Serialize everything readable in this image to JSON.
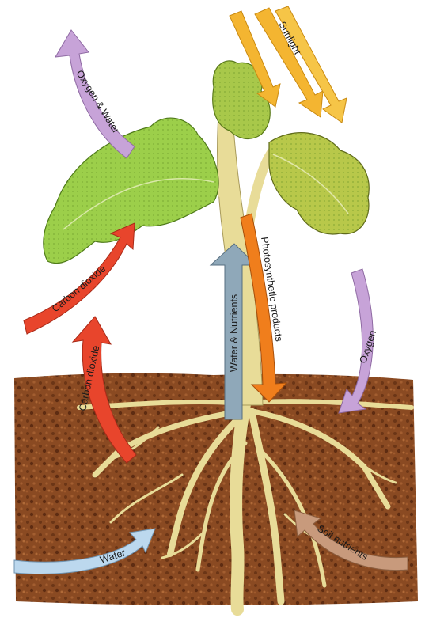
{
  "diagram": {
    "labels": {
      "sunlight": "Sunlight",
      "oxygen_water": "Oxygen & Water",
      "carbon_dioxide_air": "Carbon dioxide",
      "carbon_dioxide_soil": "Carbon dioxide",
      "water_nutrients": "Water & Nutrients",
      "photosynthetic_products": "Photosynthetic products",
      "oxygen": "Oxygen",
      "water": "Water",
      "soil_nutrients": "Soil nutrients"
    },
    "colors": {
      "sunlight": "#f4b531",
      "oxygen": "#c7a3d8",
      "carbon_dioxide": "#e8452c",
      "water_nutrients": "#8fa8b9",
      "photosynthetic": "#f07e1c",
      "water": "#bcd8ee",
      "soil_nutrients": "#c89a7c",
      "soil": "#8a4a22",
      "leaf": "#9ccf4a",
      "stem": "#e8dc98"
    }
  }
}
